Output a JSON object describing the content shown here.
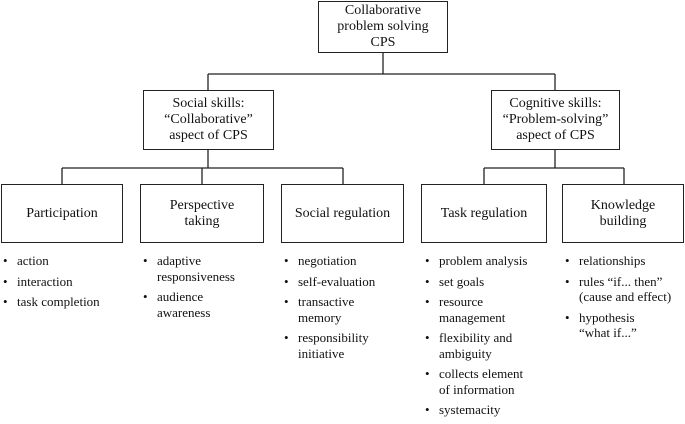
{
  "root": {
    "label": "Collaborative\nproblem solving\nCPS"
  },
  "branches": [
    {
      "label": "Social skills:\n“Collaborative”\naspect of CPS"
    },
    {
      "label": "Cognitive skills:\n“Problem-solving”\naspect of CPS"
    }
  ],
  "leaves": [
    {
      "label": "Participation",
      "items": [
        "action",
        "interaction",
        "task completion"
      ]
    },
    {
      "label": "Perspective\ntaking",
      "items": [
        "adaptive\nresponsiveness",
        "audience\nawareness"
      ]
    },
    {
      "label": "Social regulation",
      "items": [
        "negotiation",
        "self-evaluation",
        "transactive\nmemory",
        "responsibility\ninitiative"
      ]
    },
    {
      "label": "Task regulation",
      "items": [
        "problem analysis",
        "set goals",
        "resource\nmanagement",
        "flexibility and\nambiguity",
        "collects element\nof information",
        "systemacity"
      ]
    },
    {
      "label": "Knowledge\nbuilding",
      "items": [
        "relationships",
        "rules “if... then”\n(cause and effect)",
        "hypothesis\n“what if...”"
      ]
    }
  ]
}
